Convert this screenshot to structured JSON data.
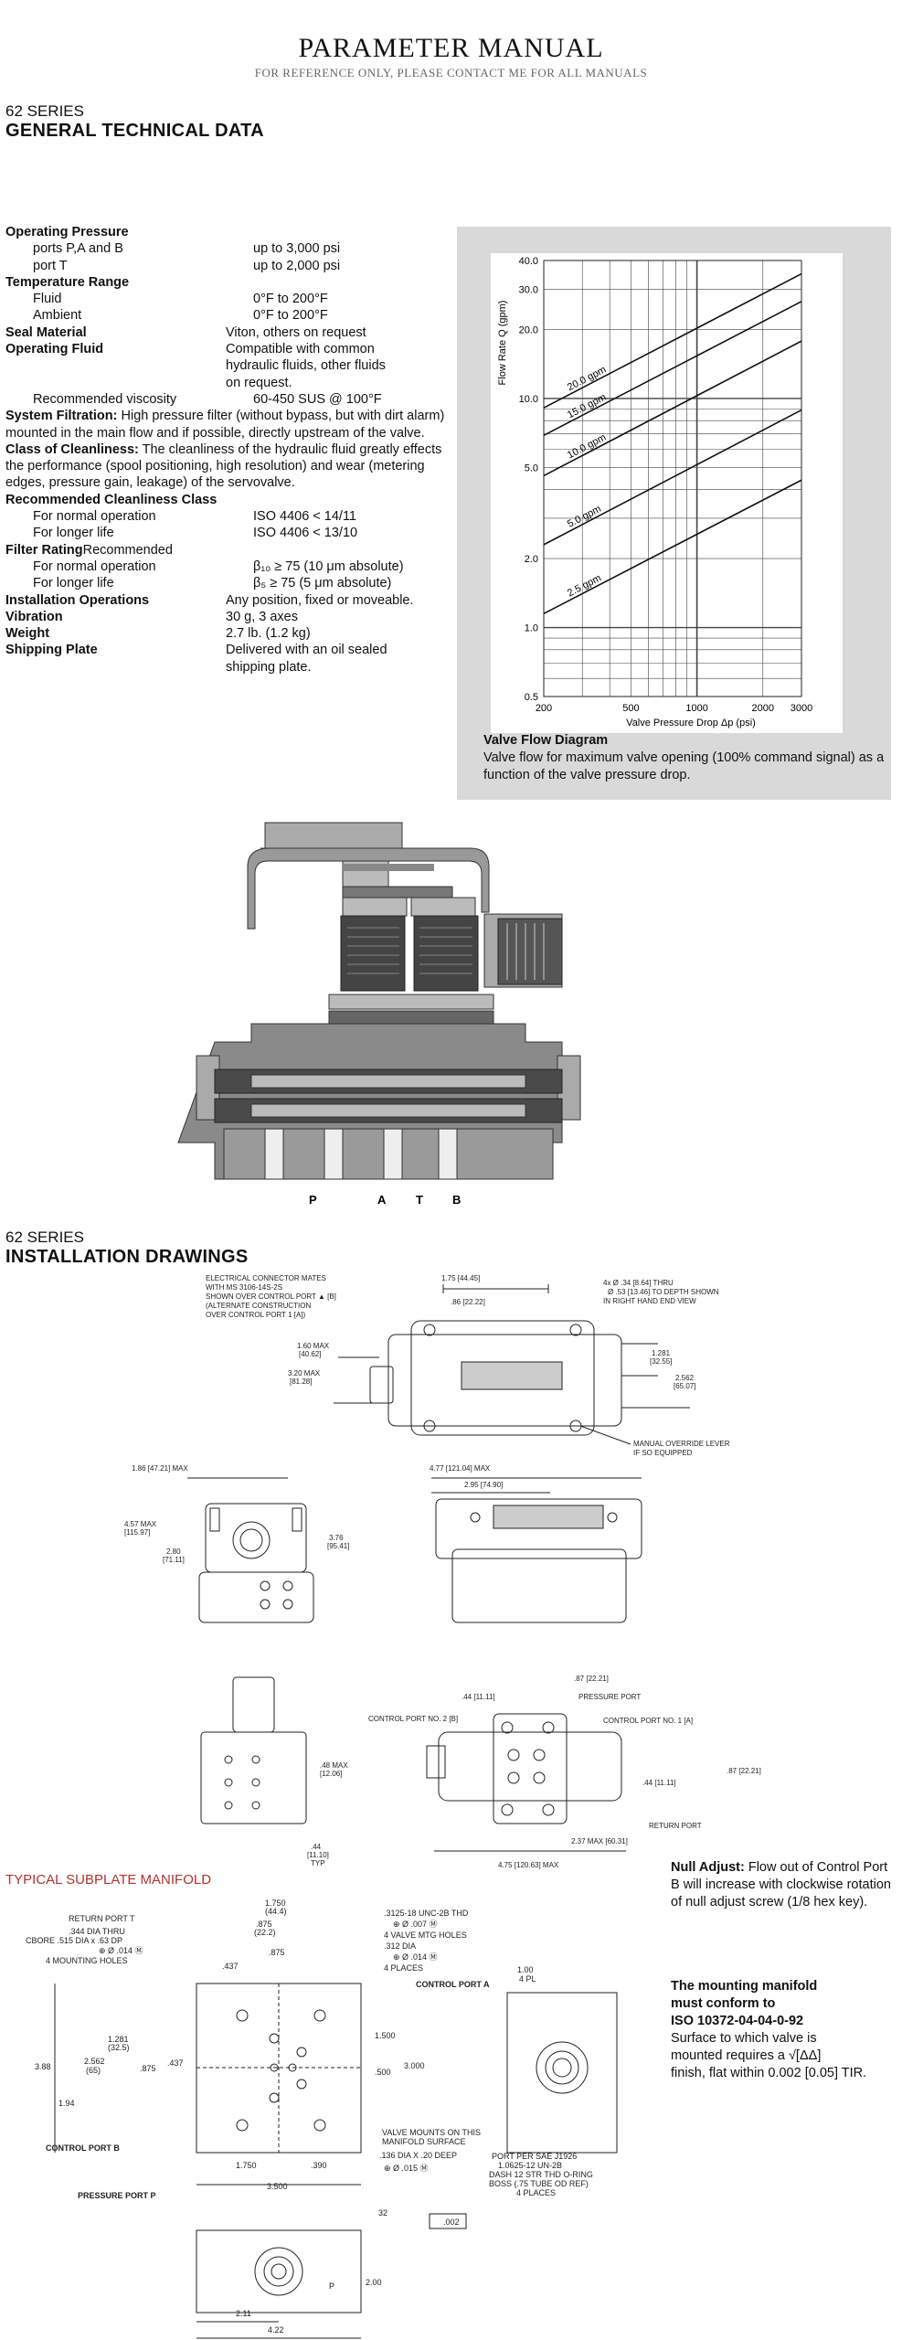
{
  "header": {
    "title": "PARAMETER MANUAL",
    "subtitle": "FOR REFERENCE ONLY, PLEASE CONTACT ME FOR ALL MANUALS"
  },
  "general": {
    "series": "62 SERIES",
    "heading": "GENERAL TECHNICAL DATA"
  },
  "specs": [
    {
      "k": "Operating Pressure",
      "v": "",
      "bold": true
    },
    {
      "k": "ports P,A and B",
      "v": "up to 3,000 psi",
      "indent": true
    },
    {
      "k": "port T",
      "v": "up to 2,000 psi",
      "indent": true
    },
    {
      "k": "Temperature Range",
      "v": "",
      "bold": true
    },
    {
      "k": "Fluid",
      "v": "0°F to 200°F",
      "indent": true
    },
    {
      "k": "Ambient",
      "v": "0°F to 200°F",
      "indent": true
    },
    {
      "k": "Seal Material",
      "v": "Viton, others on request",
      "bold": true
    },
    {
      "k": "Operating Fluid",
      "v": "Compatible with common",
      "bold": true
    },
    {
      "k": "",
      "v": "hydraulic fluids, other fluids"
    },
    {
      "k": "",
      "v": "on request."
    },
    {
      "k": "Recommended viscosity",
      "v": "60-450 SUS @ 100°F",
      "indent": true
    }
  ],
  "paras": [
    {
      "lead": "System Filtration:",
      "text": " High pressure filter (without bypass, but with dirt alarm) mounted in the main flow and if possible, directly upstream of the valve."
    },
    {
      "lead": "Class of Cleanliness:",
      "text": " The cleanliness of the hydraulic fluid greatly effects the performance (spool positioning, high resolution) and wear (metering edges, pressure gain, leakage) of the servovalve."
    }
  ],
  "specs2": [
    {
      "k": "Recommended Cleanliness Class",
      "v": "",
      "bold": true,
      "wide": true
    },
    {
      "k": "For normal operation",
      "v": "ISO 4406 < 14/11",
      "indent": true
    },
    {
      "k": "For longer life",
      "v": "ISO 4406 < 13/10",
      "indent": true
    },
    {
      "k": "Filter Rating",
      "k2": " Recommended",
      "v": "",
      "bold": true,
      "wide": true
    },
    {
      "k": "For normal operation",
      "v": "β₁₀ ≥ 75 (10 μm absolute)",
      "indent": true
    },
    {
      "k": "For longer life",
      "v": "β₅ ≥ 75 (5 μm absolute)",
      "indent": true
    },
    {
      "k": "Installation Operations",
      "v": "Any position, fixed or moveable.",
      "bold": true
    },
    {
      "k": "Vibration",
      "v": "30 g, 3 axes",
      "bold": true
    },
    {
      "k": "Weight",
      "v": "2.7 lb. (1.2 kg)",
      "bold": true
    },
    {
      "k": "Shipping Plate",
      "v": "Delivered with an oil sealed",
      "bold": true
    },
    {
      "k": "",
      "v": "shipping plate."
    }
  ],
  "chart_data": {
    "type": "line",
    "xscale": "log",
    "yscale": "log",
    "xlabel": "Valve Pressure Drop Δp (psi)",
    "ylabel": "Flow Rate Q (gpm)",
    "xlim": [
      200,
      3000
    ],
    "ylim": [
      0.5,
      40
    ],
    "xticks": [
      "200",
      "500",
      "1000",
      "2000",
      "3000"
    ],
    "yticks": [
      "0.5",
      "1.0",
      "2.0",
      "5.0",
      "10.0",
      "20.0",
      "30.0",
      "40.0"
    ],
    "series": [
      {
        "name": "20.0 gpm",
        "x": [
          200,
          3000
        ],
        "y": [
          9.1,
          35
        ]
      },
      {
        "name": "15.0 gpm",
        "x": [
          200,
          3000
        ],
        "y": [
          6.9,
          26.5
        ]
      },
      {
        "name": "10.0 gpm",
        "x": [
          200,
          3000
        ],
        "y": [
          4.6,
          17.8
        ]
      },
      {
        "name": "5.0 gpm",
        "x": [
          200,
          3000
        ],
        "y": [
          2.3,
          8.9
        ]
      },
      {
        "name": "2.5 gpm",
        "x": [
          200,
          3000
        ],
        "y": [
          1.15,
          4.4
        ]
      }
    ]
  },
  "caption": {
    "title": "Valve Flow Diagram",
    "text": "Valve flow for maximum valve opening (100% command signal) as a function of the valve pressure drop."
  },
  "cutaway": {
    "ports": [
      "P",
      "A",
      "T",
      "B"
    ]
  },
  "install": {
    "series": "62 SERIES",
    "heading": "INSTALLATION DRAWINGS"
  },
  "top_view": {
    "note1": "ELECTRICAL CONNECTOR MATES",
    "note2": "WITH MS 3106-14S-2S",
    "note3": "SHOWN OVER CONTROL PORT ▲ [B]",
    "note4": "(ALTERNATE CONSTRUCTION",
    "note5": "OVER CONTROL PORT 1 [A])",
    "d1": "1.75 [44.45]",
    "d2": ".86 [22.22]",
    "d3": "1.60 MAX",
    "d3b": "[40.62]",
    "d4": "3.20 MAX",
    "d4b": "[81.28]",
    "h1": "4x Ø .34 [8.64] THRU",
    "h2": "Ø .53 [13.46] TO DEPTH SHOWN",
    "h3": "IN RIGHT HAND END VIEW",
    "d5": "1.281",
    "d5b": "[32.55]",
    "d6": "2.562",
    "d6b": "[65.07]",
    "lever1": "MANUAL OVERRIDE LEVER",
    "lever2": "IF SO EQUIPPED"
  },
  "side_views": {
    "e1": "1.86 [47.21] MAX",
    "e2": "4.57 MAX",
    "e2b": "[115.97]",
    "e3": "2.80",
    "e3b": "[71.11]",
    "e4": "3.76",
    "e4b": "[95.41]",
    "f1": "4.77 [121.04] MAX",
    "f2": "2.95 [74.90]"
  },
  "bottom_view": {
    "g1": ".87 [22.21]",
    "g2": ".44 [11.11]",
    "pp": "PRESSURE PORT",
    "cp2": "CONTROL PORT NO. 2 [B]",
    "cp1": "CONTROL PORT NO. 1 [A]",
    "g3": ".87 [22.21]",
    "g4": ".44 [11.11]",
    "rp": "RETURN PORT",
    "g5": "2.37 MAX [60.31]",
    "g6": "4.75 [120.63] MAX",
    "s1": ".48 MAX",
    "s1b": "[12.06]",
    "s2": ".44",
    "s2b": "[11.10]",
    "s2c": "TYP"
  },
  "null_adjust": {
    "lead": "Null Adjust:",
    "text": " Flow out of Control Port B will increase with clockwise rotation of null adjust screw (1/8 hex key)."
  },
  "mounting": {
    "l1": "The mounting manifold",
    "l2": "must conform to",
    "l3": "ISO 10372-04-04-0-92",
    "l4": "Surface to which valve is",
    "l5": "mounted requires a √[ΔΔ]",
    "l6": "finish, flat within 0.002 [0.05] TIR."
  },
  "subplate": {
    "title": "TYPICAL SUBPLATE MANIFOLD",
    "rt": "RETURN PORT T",
    "h1": ".344 DIA THRU",
    "h2": "CBORE .515 DIA x .63 DP",
    "h3": "⊕ Ø .014 Ⓜ",
    "h4": "4 MOUNTING HOLES",
    "a1": "1.750",
    "a1b": "(44.4)",
    "a2": ".875",
    "a2b": "(22.2)",
    "a3": ".437",
    "a4": ".875",
    "t1": ".3125-18 UNC-2B THD",
    "t2": "⊕ Ø .007 Ⓜ",
    "t3": "4 VALVE MTG HOLES",
    "t4": ".312 DIA",
    "t5": "⊕ Ø .014 Ⓜ",
    "t6": "4 PLACES",
    "cpa": "CONTROL PORT A",
    "b1": "1.281",
    "b1b": "(32.5)",
    "b2": "2.562",
    "b2b": "(65)",
    "b3": ".875",
    "b4": ".437",
    "b5": "3.88",
    "b6": "1.94",
    "c1": "1.500",
    "c2": "3.000",
    "c3": ".500",
    "cpb": "CONTROL PORT B",
    "vm1": "VALVE MOUNTS ON THIS",
    "vm2": "MANIFOLD SURFACE",
    "dd1": ".136 DIA X .20 DEEP",
    "dd2": "⊕ Ø .015 Ⓜ",
    "ppp": "PRESSURE PORT P",
    "w1": "1.750",
    "w2": ".390",
    "w3": "3.500",
    "sa1": "PORT PER SAE J1926",
    "sa2": "1.0625-12 UN-2B",
    "sa3": "DASH 12 STR THD O-RING",
    "sa4": "BOSS (.75 TUBE OD REF)",
    "sa5": "4 PLACES",
    "r1": "1.00",
    "r2": "4 PL",
    "f1": "32",
    "f2": ".002",
    "p": "P",
    "h2dim": "2.00",
    "bw1": "2.11",
    "bw2": "4.22"
  }
}
